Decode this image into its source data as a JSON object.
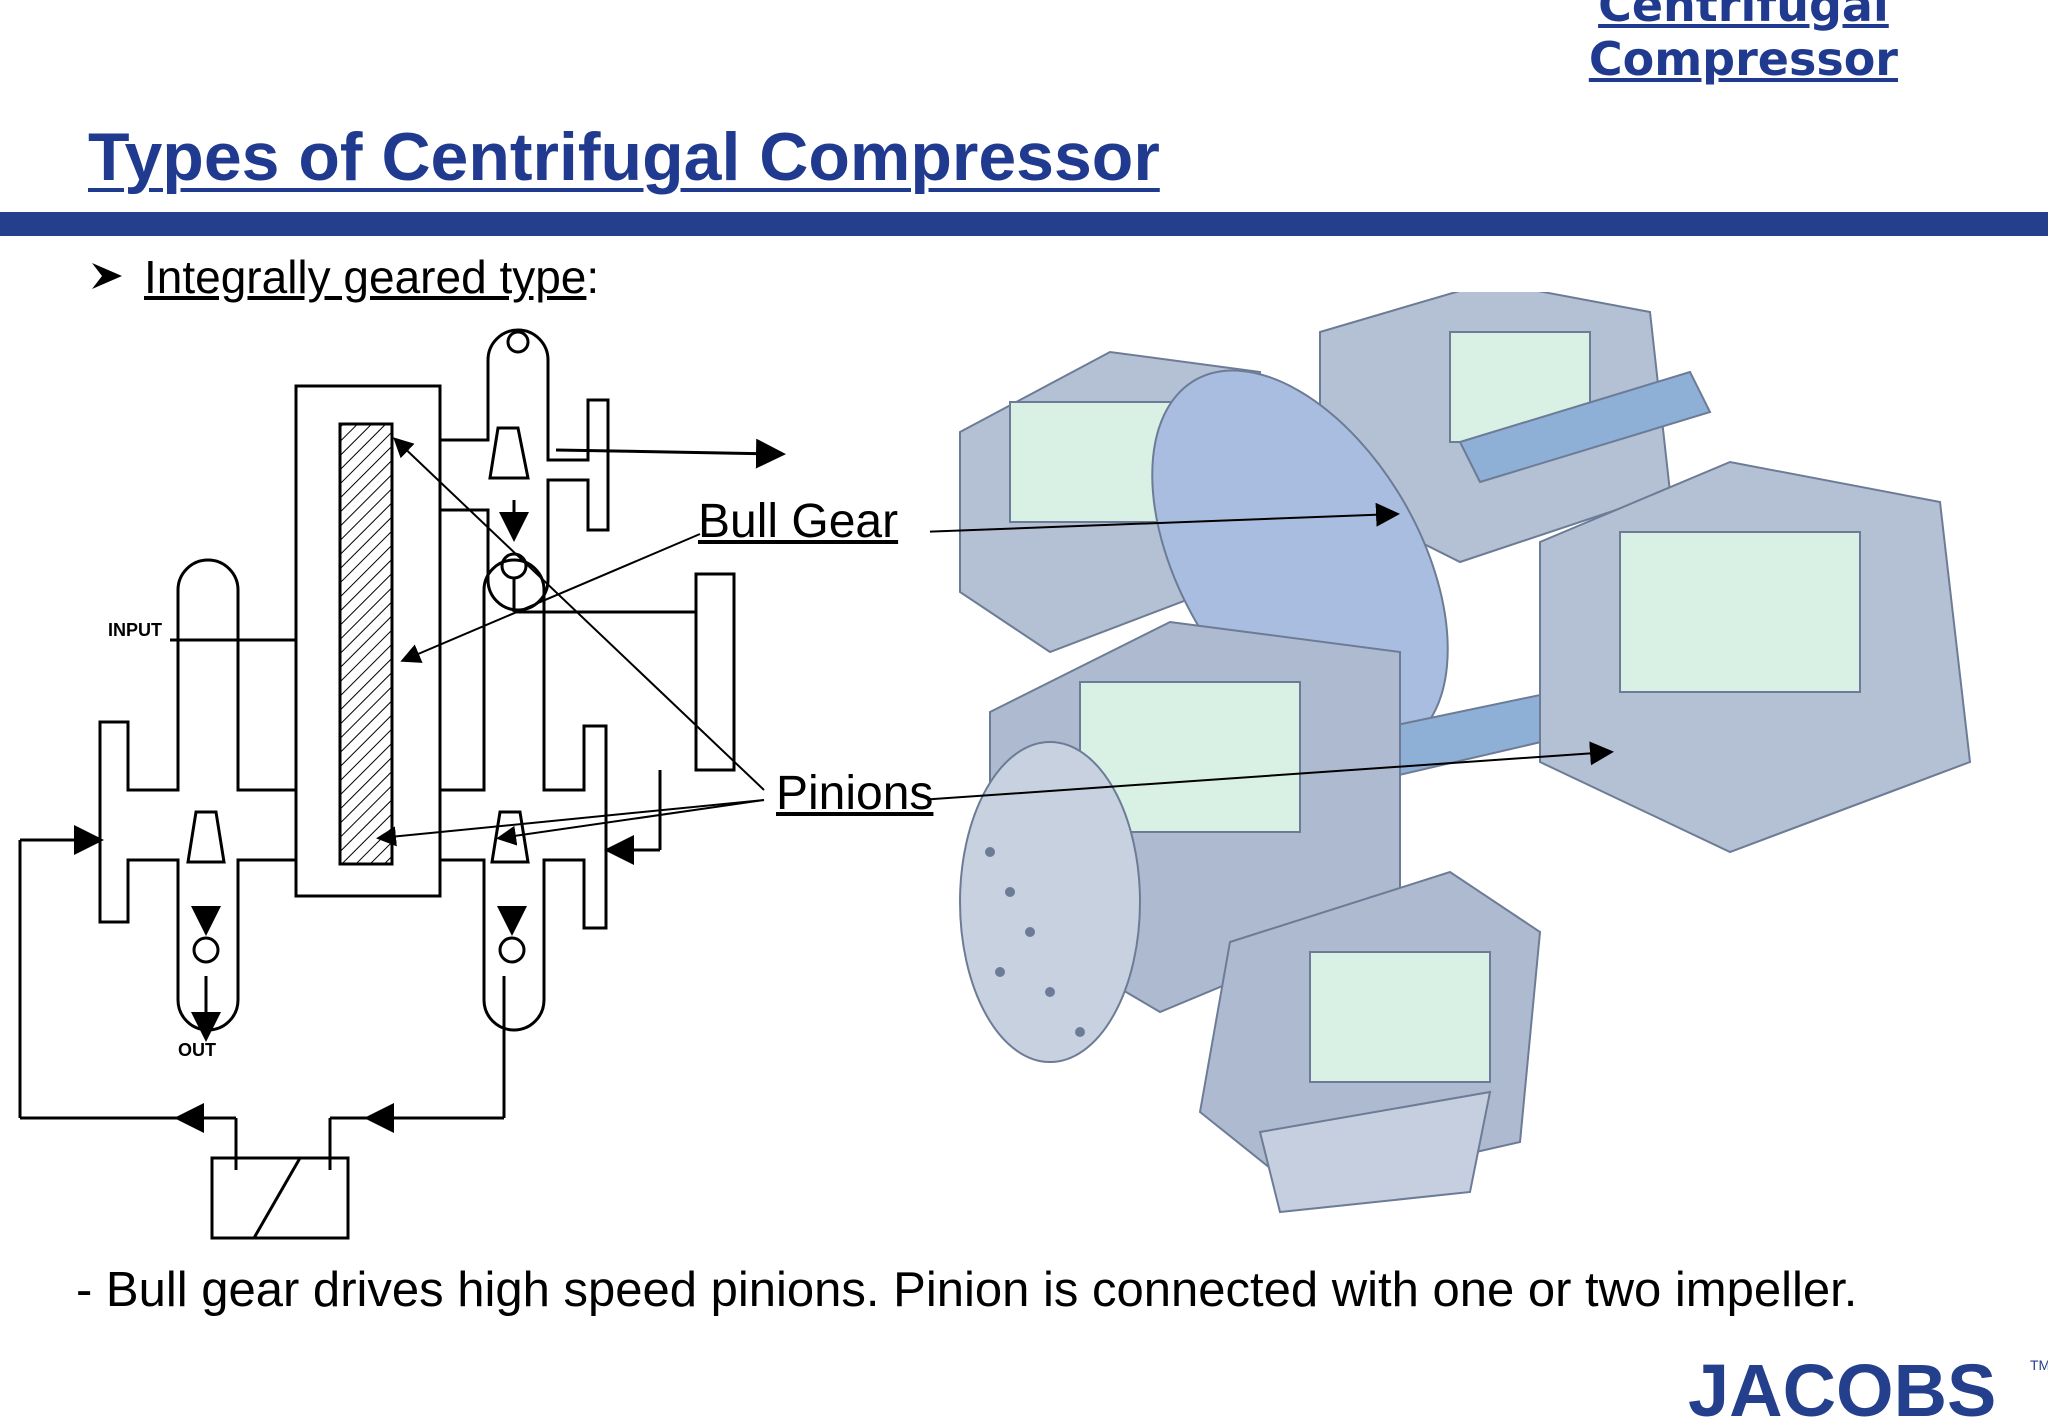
{
  "header": {
    "corner_line1": "Centrifugal",
    "corner_line2": "Compressor",
    "title": "Types of Centrifugal Compressor"
  },
  "bullet": {
    "text": "Integrally geared type",
    "suffix": ":"
  },
  "schematic": {
    "input_label": "INPUT",
    "out_label": "OUT"
  },
  "callouts": {
    "bull_gear": "Bull Gear",
    "pinions": "Pinions"
  },
  "body": {
    "text": "- Bull gear drives high speed pinions. Pinion is connected with one or two impeller."
  },
  "logo": {
    "text": "JACOBS",
    "tm": "TM",
    "color": "#243f8c"
  },
  "colors": {
    "title": "#1f3a8f",
    "rule": "#243f8c",
    "metal": "#9aa8bf",
    "cutaway_fill": "#d9f0e4"
  }
}
